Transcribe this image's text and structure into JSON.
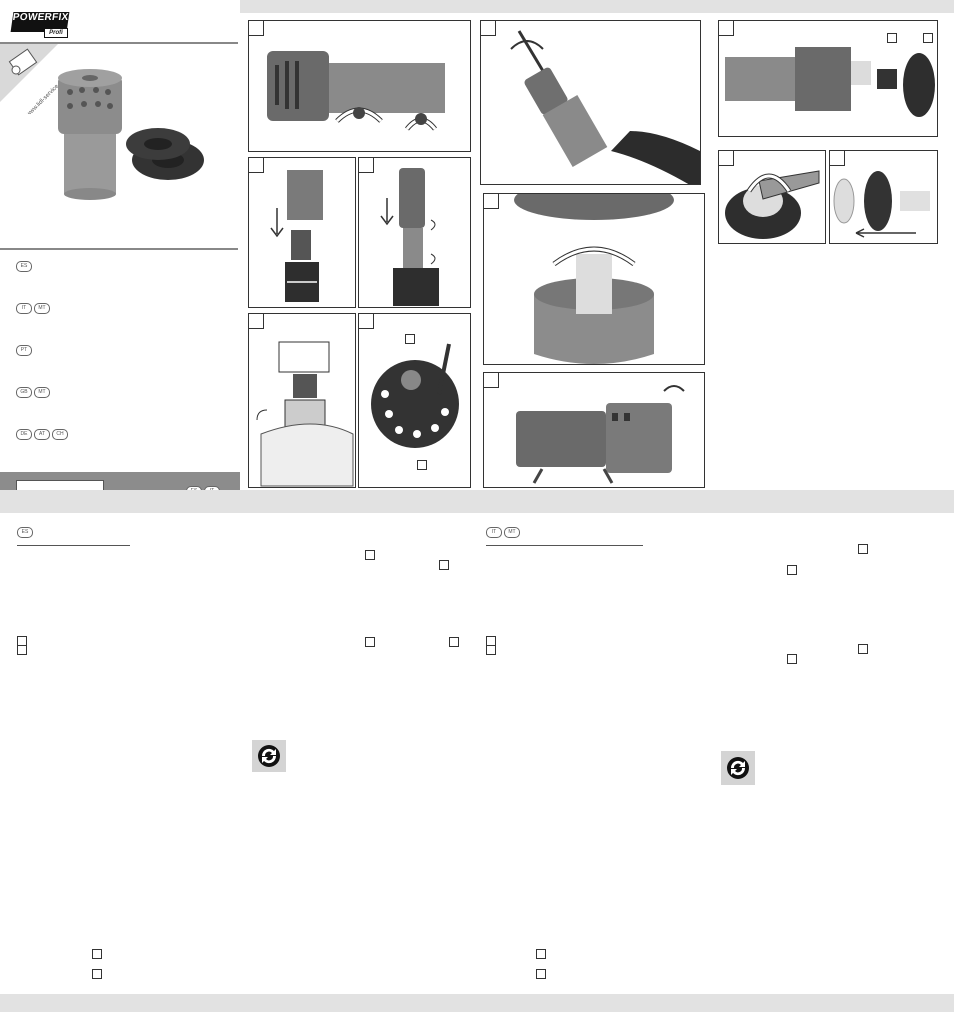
{
  "brand": {
    "name": "POWERFIX",
    "sub": "Profi"
  },
  "seal_text": "www.lidl-service.com",
  "cover_languages": [
    {
      "flags": [
        "ES"
      ]
    },
    {
      "flags": [
        "IT",
        "MT"
      ]
    },
    {
      "flags": [
        "PT"
      ]
    },
    {
      "flags": [
        "GB",
        "MT"
      ]
    },
    {
      "flags": [
        "DE",
        "AT",
        "CH"
      ]
    }
  ],
  "cover_bottom_flags": [
    "ES",
    "IT"
  ],
  "figures": [
    {
      "id": "fig-1"
    },
    {
      "id": "fig-2"
    },
    {
      "id": "fig-3"
    },
    {
      "id": "fig-4"
    },
    {
      "id": "fig-5"
    },
    {
      "id": "fig-6"
    },
    {
      "id": "fig-7"
    },
    {
      "id": "fig-8"
    },
    {
      "id": "fig-9"
    },
    {
      "id": "fig-10"
    },
    {
      "id": "fig-11"
    },
    {
      "id": "fig-12"
    }
  ],
  "section_es": {
    "flags": [
      "ES"
    ]
  },
  "section_it": {
    "flags": [
      "IT",
      "MT"
    ]
  },
  "colors": {
    "band": "#e2e2e2",
    "dark_band": "#8c8c8c",
    "product": "#8a8a8a",
    "wheel": "#3a3a3a"
  }
}
